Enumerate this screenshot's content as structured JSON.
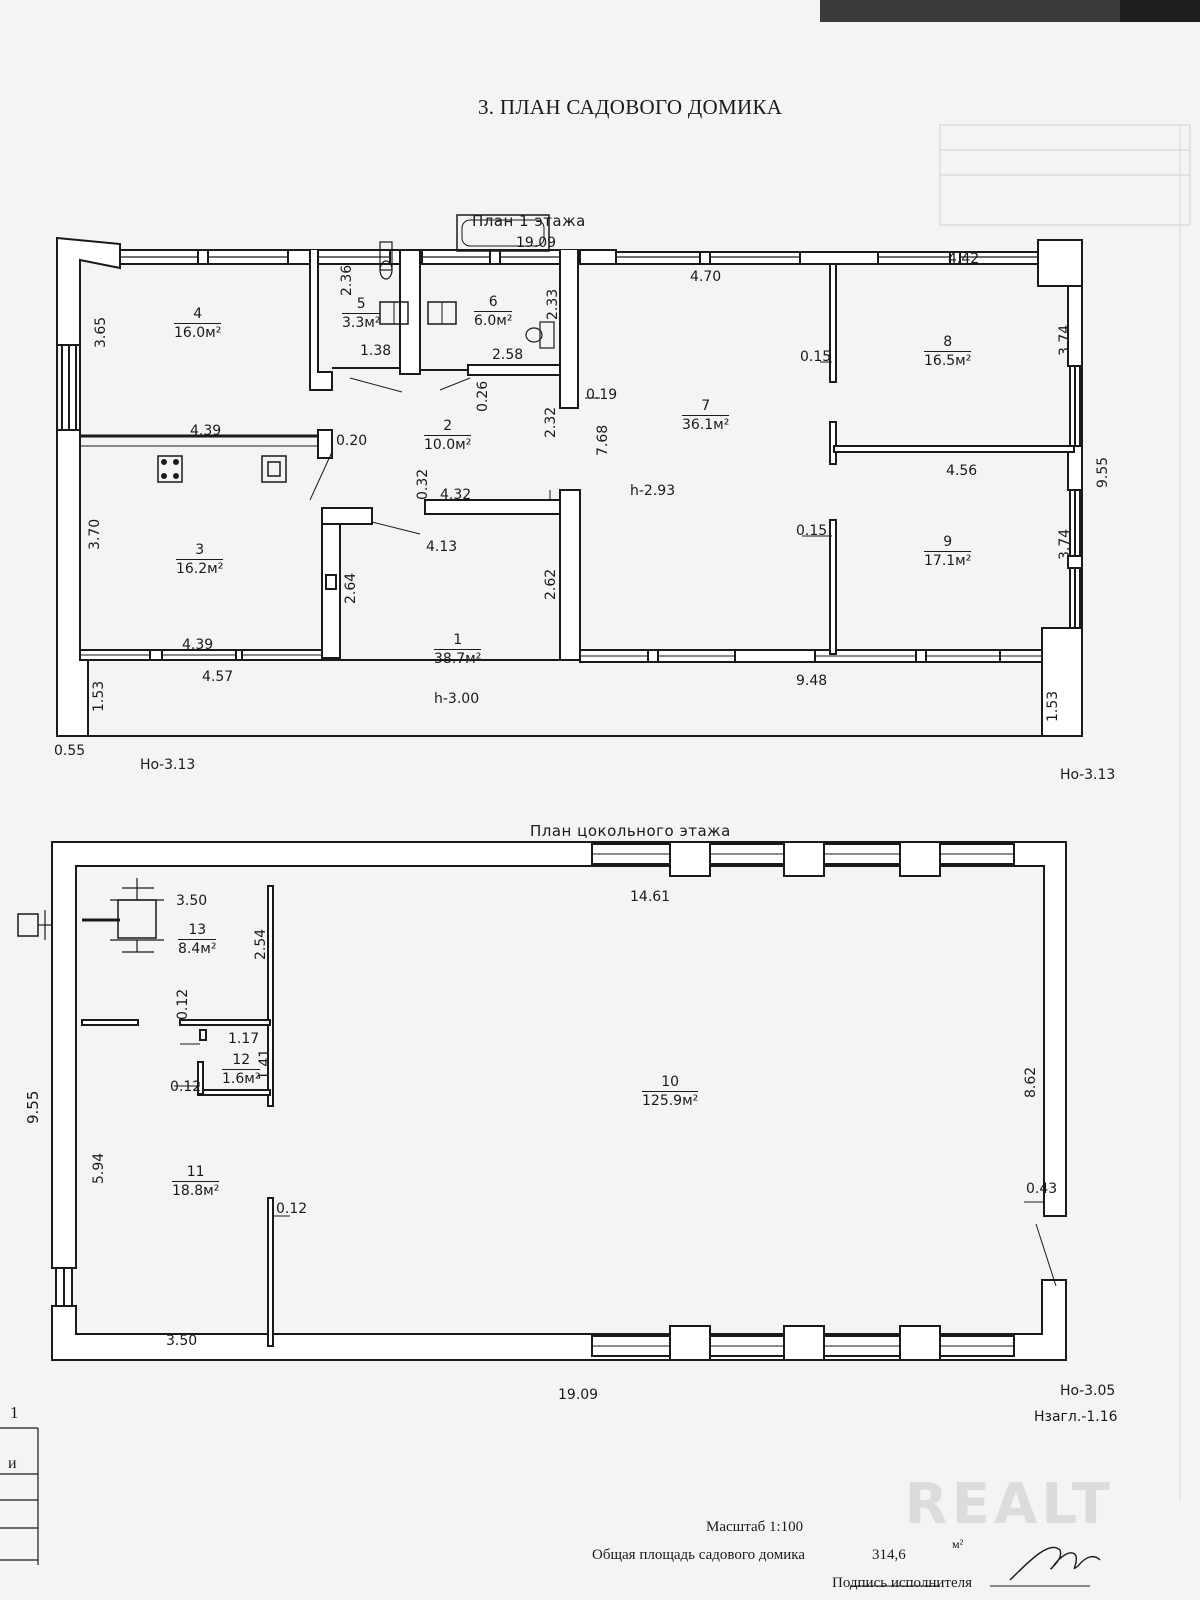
{
  "title": "3. ПЛАН САДОВОГО ДОМИКА",
  "floor1": {
    "heading": "План 1 этажа",
    "overall_width": "19.09",
    "overall_depth": "9.55",
    "ceiling_heights": [
      "h-3.00",
      "h-2.93"
    ],
    "marks_left": "Но-3.13",
    "marks_right": "Но-3.13",
    "corner_dim": "0.55",
    "rooms": [
      {
        "num": "1",
        "area": "38.7м²"
      },
      {
        "num": "2",
        "area": "10.0м²"
      },
      {
        "num": "3",
        "area": "16.2м²"
      },
      {
        "num": "4",
        "area": "16.0м²"
      },
      {
        "num": "5",
        "area": "3.3м²"
      },
      {
        "num": "6",
        "area": "6.0м²"
      },
      {
        "num": "7",
        "area": "36.1м²"
      },
      {
        "num": "8",
        "area": "16.5м²"
      },
      {
        "num": "9",
        "area": "17.1м²"
      }
    ],
    "dims": [
      "3.65",
      "4.39",
      "0.20",
      "3.70",
      "4.39",
      "4.57",
      "1.53",
      "2.36",
      "1.38",
      "2.33",
      "2.58",
      "0.26",
      "4.32",
      "0.32",
      "4.13",
      "2.64",
      "2.62",
      "2.32",
      "0.19",
      "7.68",
      "4.70",
      "4.42",
      "0.15",
      "0.15",
      "3.74",
      "4.56",
      "3.74",
      "9.48",
      "1.53"
    ]
  },
  "basement": {
    "heading": "План цокольного этажа",
    "overall_width_top": "14.61",
    "overall_width_bottom": "19.09",
    "overall_depth": "9.55",
    "marks": [
      "Но-3.05",
      "Нзагл.-1.16"
    ],
    "rooms": [
      {
        "num": "10",
        "area": "125.9м²"
      },
      {
        "num": "11",
        "area": "18.8м²"
      },
      {
        "num": "12",
        "area": "1.6м²"
      },
      {
        "num": "13",
        "area": "8.4м²"
      }
    ],
    "dims": [
      "3.50",
      "2.54",
      "0.12",
      "1.17",
      "1.41",
      "0.12",
      "5.94",
      "0.12",
      "3.50",
      "8.62",
      "0.43"
    ]
  },
  "footer": {
    "scale": "Масштаб 1:100",
    "total_label": "Общая площадь садового домика",
    "total_value": "314,6",
    "total_unit": "м²",
    "signature_label": "Подпись исполнителя"
  },
  "margin": {
    "left_number": "1",
    "left_letter": "и"
  },
  "watermark": "REALT"
}
